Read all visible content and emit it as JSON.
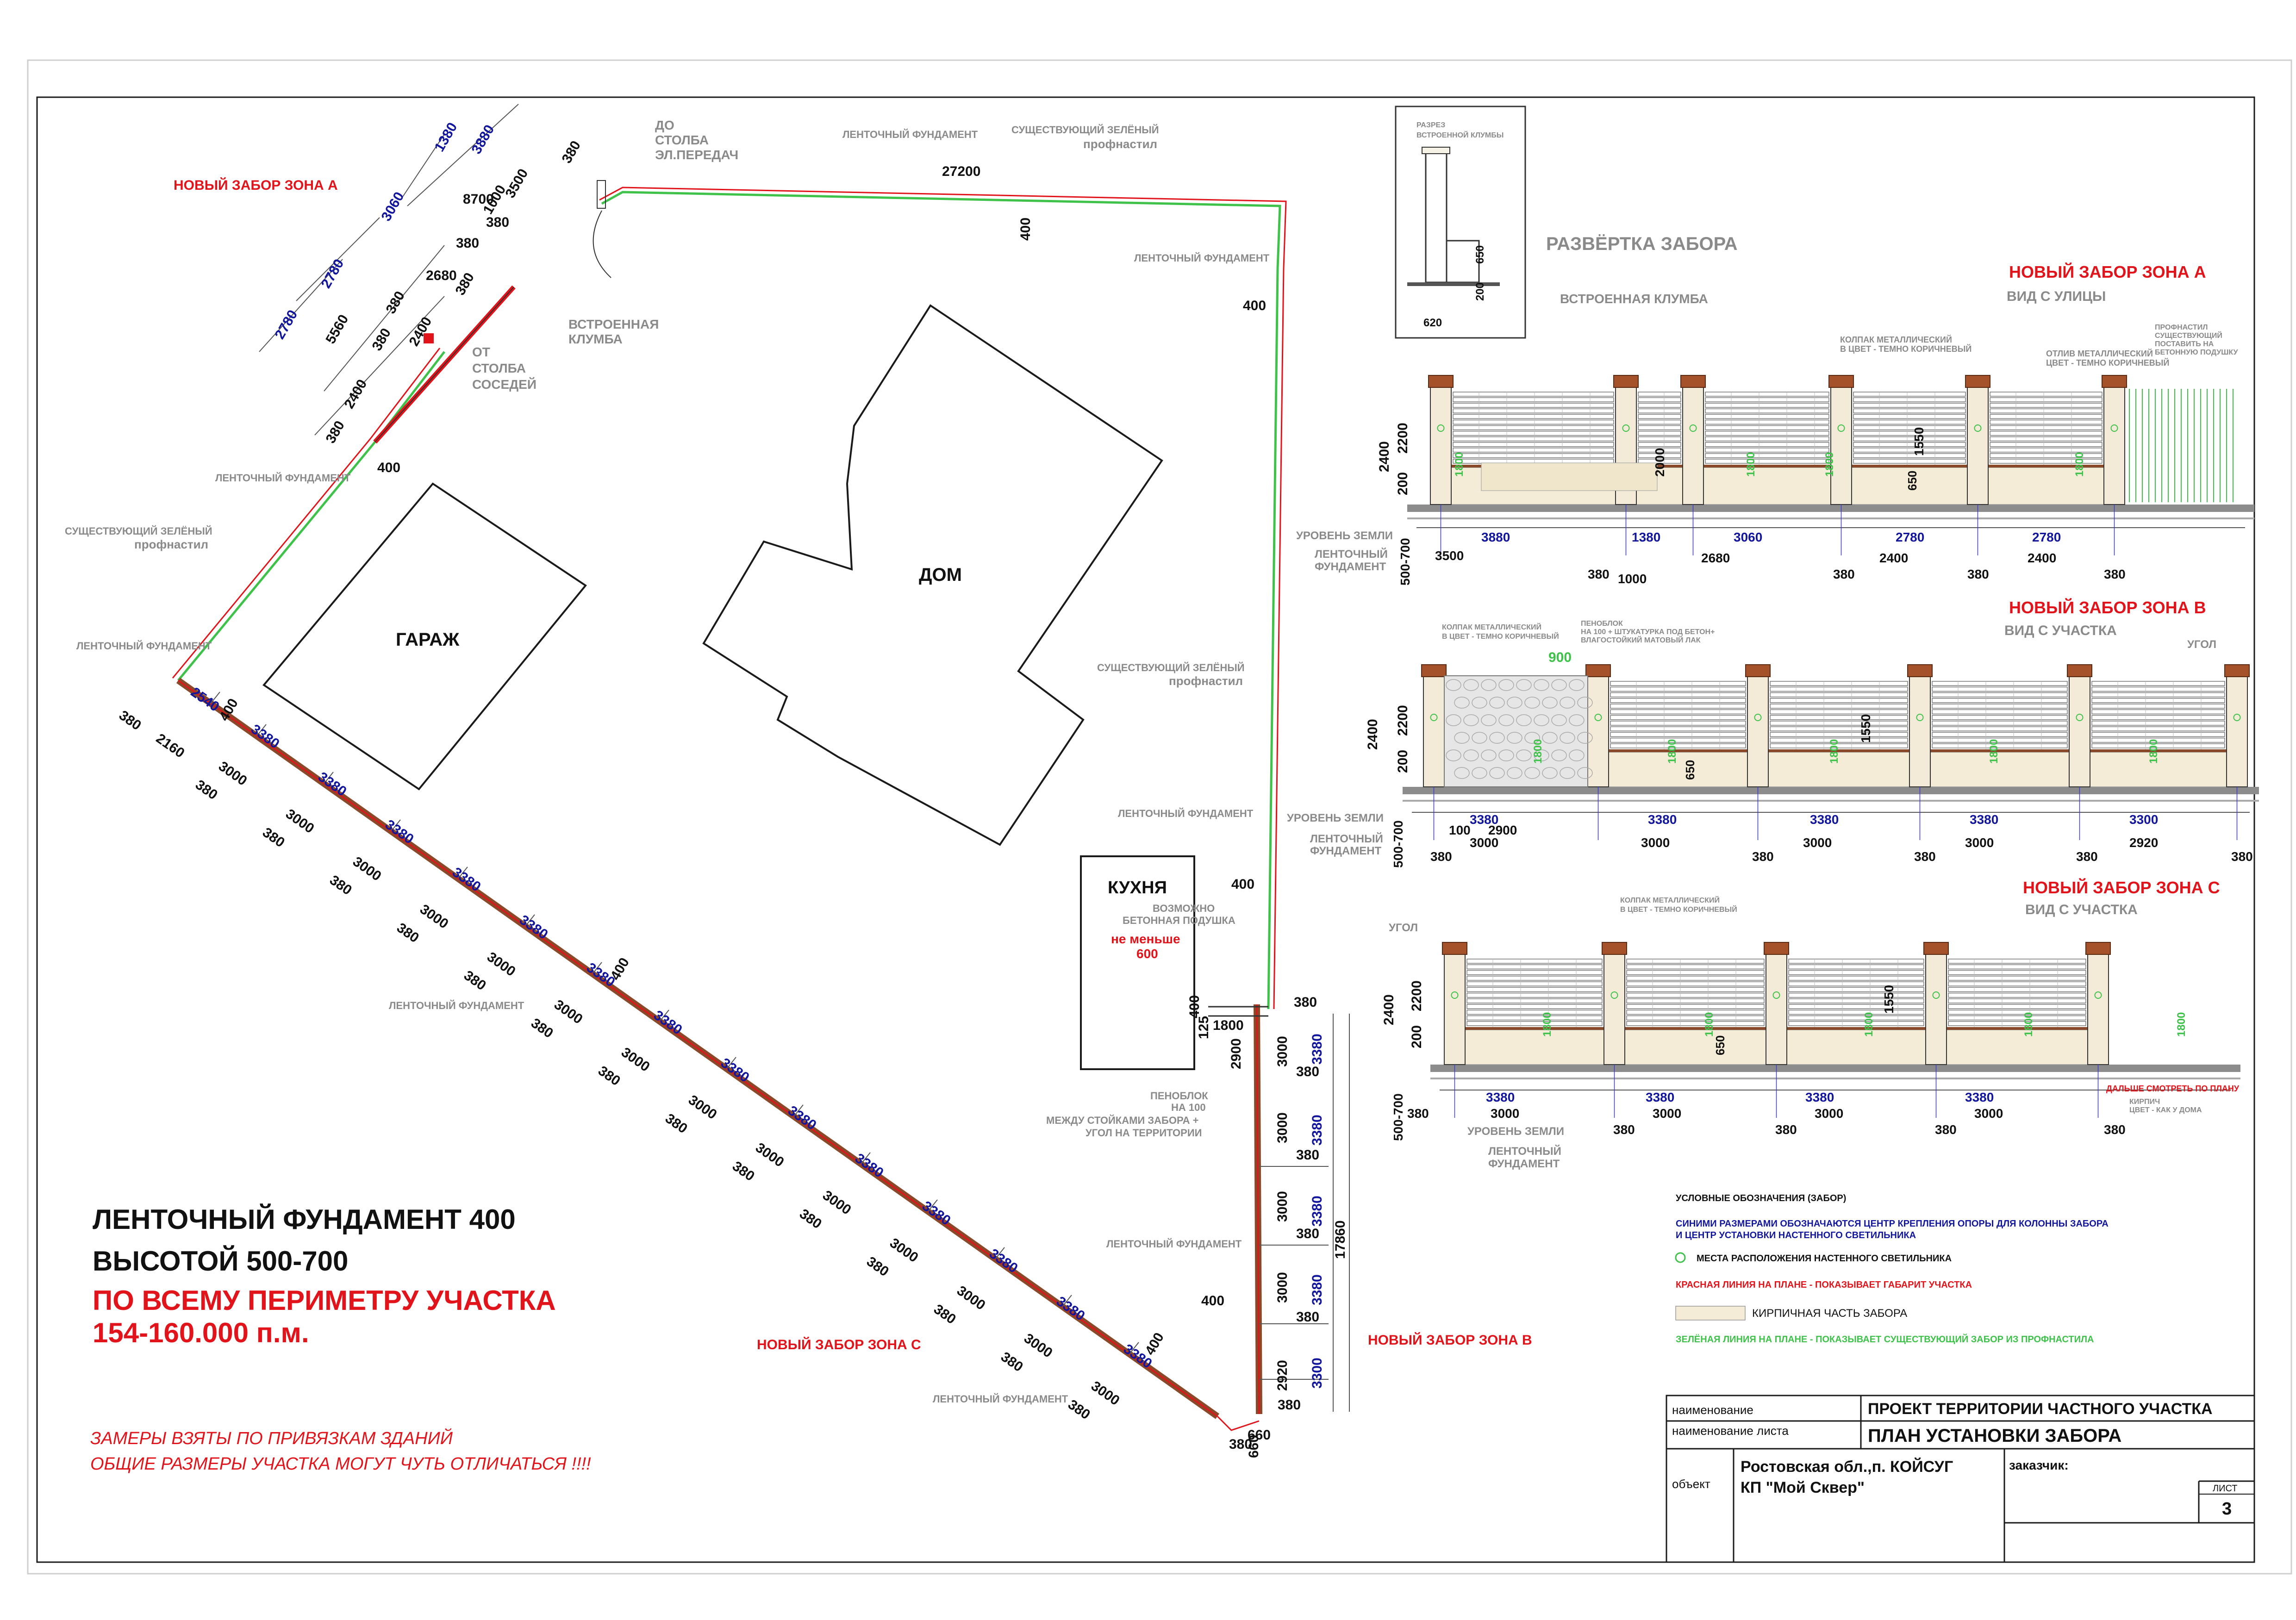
{
  "plan": {
    "buildings": {
      "house": "ДОМ",
      "garage": "ГАРАЖ",
      "kitchen": "КУХНЯ"
    },
    "labels": {
      "zone_a": "НОВЫЙ ЗАБОР ЗОНА А",
      "zone_b": "НОВЫЙ ЗАБОР ЗОНА В",
      "zone_c": "НОВЫЙ ЗАБОР ЗОНА С",
      "strip_foundation": "ЛЕНТОЧНЫЙ ФУНДАМЕНТ",
      "existing_green_line1": "СУЩЕСТВУЮЩИЙ ЗЕЛЁНЫЙ",
      "existing_green_line2": "профнастил",
      "to_pole_1": "ДО",
      "to_pole_2": "СТОЛБА",
      "to_pole_3": "ЭЛ.ПЕРЕДАЧ",
      "builtin_bed_1": "ВСТРОЕННАЯ",
      "builtin_bed_2": "КЛУМБА",
      "from_pole_1": "ОТ",
      "from_pole_2": "СТОЛБА",
      "from_pole_3": "СОСЕДЕЙ",
      "concrete_pad_1": "ВОЗМОЖНО",
      "concrete_pad_2": "БЕТОННАЯ ПОДУШКА",
      "min_1": "не меньше",
      "min_2": "600",
      "foam_1": "ПЕНОБЛОК",
      "foam_2": "НА 100",
      "foam_3": "МЕЖДУ СТОЙКАМИ ЗАБОРА +",
      "foam_4": "УГОЛ НА ТЕРРИТОРИИ"
    },
    "dims": {
      "top_side": "27200",
      "w400": "400",
      "w380": "380",
      "d1380": "1380",
      "d3880": "3880",
      "d3060": "3060",
      "d2780": "2780",
      "d8700": "8700",
      "d1000": "1000",
      "d3500": "3500",
      "d2680": "2680",
      "d5560": "5560",
      "d2400": "2400",
      "d2540": "2540",
      "d3380": "3380",
      "d2160": "2160",
      "d3000": "3000",
      "d1800": "1800",
      "d125": "125",
      "d2900": "2900",
      "d17860": "17860",
      "d2920": "2920",
      "d3300": "3300",
      "d660": "660"
    },
    "bottom_left": {
      "line1": "ЛЕНТОЧНЫЙ ФУНДАМЕНТ 400",
      "line2": "ВЫСОТОЙ 500-700",
      "line3": "ПО ВСЕМУ ПЕРИМЕТРУ УЧАСТКА",
      "line4": "154-160.000 п.м.",
      "note1": "ЗАМЕРЫ ВЗЯТЫ ПО ПРИВЯЗКАМ ЗДАНИЙ",
      "note2": "ОБЩИЕ РАЗМЕРЫ УЧАСТКА МОГУТ ЧУТЬ ОТЛИЧАТЬСЯ !!!!"
    }
  },
  "elevations": {
    "title": "РАЗВЁРТКА ЗАБОРА",
    "builtin_bed": "ВСТРОЕННАЯ КЛУМБА",
    "section_title_1": "РАЗРЕЗ",
    "section_title_2": "ВСТРОЕННОЙ КЛУМБЫ",
    "section_dims": {
      "d650": "650",
      "d200": "200",
      "d620": "620"
    },
    "zone_a": {
      "title": "НОВЫЙ ЗАБОР ЗОНА А",
      "subtitle": "ВИД С УЛИЦЫ",
      "note_cap_1": "КОЛПАК МЕТАЛЛИЧЕСКИЙ",
      "note_cap_2": "В ЦВЕТ - ТЕМНО КОРИЧНЕВЫЙ",
      "note_drip_1": "ОТЛИВ МЕТАЛЛИЧЕСКИЙ",
      "note_drip_2": "ЦВЕТ - ТЕМНО КОРИЧНЕВЫЙ",
      "note_prof_1": "ПРОФНАСТИЛ",
      "note_prof_2": "СУЩЕСТВУЮЩИЙ",
      "note_prof_3": "ПОСТАВИТЬ НА",
      "note_prof_4": "БЕТОННУЮ ПОДУШКУ",
      "h2400": "2400",
      "h2200": "2200",
      "h200": "200",
      "h1800": "1800",
      "h2000": "2000",
      "h1550": "1550",
      "h650": "650",
      "ground": "УРОВЕНЬ ЗЕМЛИ",
      "found_1": "ЛЕНТОЧНЫЙ",
      "found_2": "ФУНДАМЕНТ",
      "depth": "500-700",
      "blue": [
        "3880",
        "1380",
        "3060",
        "2780",
        "2780"
      ],
      "black": [
        "3500",
        "380",
        "1000",
        "2680",
        "380",
        "2400",
        "380",
        "2400",
        "380"
      ],
      "post_w": "380"
    },
    "zone_b": {
      "title": "НОВЫЙ ЗАБОР ЗОНА В",
      "subtitle": "ВИД С УЧАСТКА",
      "corner": "УГОЛ",
      "note_cap_1": "КОЛПАК МЕТАЛЛИЧЕСКИЙ",
      "note_cap_2": "В ЦВЕТ - ТЕМНО КОРИЧНЕВЫЙ",
      "note_foam_1": "ПЕНОБЛОК",
      "note_foam_2": "НА 100 + ШТУКАТУРКА ПОД БЕТОН+",
      "note_foam_3": "ВЛАГОСТОЙКИЙ МАТОВЫЙ ЛАК",
      "w900": "900",
      "h2400": "2400",
      "h2200": "2200",
      "h200": "200",
      "h1800": "1800",
      "h1550": "1550",
      "h650": "650",
      "ground": "УРОВЕНЬ ЗЕМЛИ",
      "found_1": "ЛЕНТОЧНЫЙ",
      "found_2": "ФУНДАМЕНТ",
      "depth": "500-700",
      "blue": [
        "3380",
        "3380",
        "3380",
        "3380",
        "3300"
      ],
      "black": [
        "100",
        "2900",
        "3000",
        "380",
        "3000",
        "380",
        "3000",
        "380",
        "3000",
        "380",
        "2920",
        "380"
      ]
    },
    "zone_c": {
      "title": "НОВЫЙ ЗАБОР ЗОНА С",
      "subtitle": "ВИД С УЧАСТКА",
      "corner": "УГОЛ",
      "note_cap_1": "КОЛПАК МЕТАЛЛИЧЕСКИЙ",
      "note_cap_2": "В ЦВЕТ - ТЕМНО КОРИЧНЕВЫЙ",
      "further_1": "ДАЛЬШЕ СМОТРЕТЬ ПО ПЛАНУ",
      "further_2": "КИРПИЧ",
      "further_3": "ЦВЕТ - КАК У ДОМА",
      "h2400": "2400",
      "h2200": "2200",
      "h200": "200",
      "h1800": "1800",
      "h1550": "1550",
      "h650": "650",
      "ground": "УРОВЕНЬ ЗЕМЛИ",
      "found_1": "ЛЕНТОЧНЫЙ",
      "found_2": "ФУНДАМЕНТ",
      "depth": "500-700",
      "blue": [
        "3380",
        "3380",
        "3380",
        "3380"
      ],
      "black": [
        "380",
        "3000",
        "380",
        "3000",
        "380",
        "3000",
        "380",
        "3000",
        "380"
      ]
    }
  },
  "legend": {
    "title": "УСЛОВНЫЕ ОБОЗНАЧЕНИЯ (ЗАБОР)",
    "blue_1": "СИНИМИ РАЗМЕРАМИ ОБОЗНАЧАЮТСЯ ЦЕНТР КРЕПЛЕНИЯ ОПОРЫ ДЛЯ КОЛОННЫ ЗАБОРА",
    "blue_2": "И ЦЕНТР УСТАНОВКИ НАСТЕННОГО СВЕТИЛЬНИКА",
    "lamp": "МЕСТА РАСПОЛОЖЕНИЯ НАСТЕННОГО СВЕТИЛЬНИКА",
    "red": "КРАСНАЯ ЛИНИЯ НА ПЛАНЕ - ПОКАЗЫВАЕТ ГАБАРИТ УЧАСТКА",
    "brick": "КИРПИЧНАЯ ЧАСТЬ ЗАБОРА",
    "green": "ЗЕЛЁНАЯ ЛИНИЯ НА ПЛАНЕ - ПОКАЗЫВАЕТ СУЩЕСТВУЮЩИЙ ЗАБОР ИЗ ПРОФНАСТИЛА"
  },
  "title_block": {
    "name_label": "наименование",
    "name_value": "ПРОЕКТ ТЕРРИТОРИИ ЧАСТНОГО УЧАСТКА",
    "sheet_name_label": "наименование листа",
    "sheet_name_value": "ПЛАН УСТАНОВКИ ЗАБОРА",
    "object_label": "объект",
    "object_value_1": "Ростовская обл.,п. КОЙСУГ",
    "object_value_2": "КП \"Мой Сквер\"",
    "customer_label": "заказчик:",
    "sheet_label": "ЛИСТ",
    "sheet_number": "3"
  },
  "colors": {
    "red": "#e0141a",
    "blue": "#12169c",
    "green": "#3ec24a",
    "gray": "#8a8a8a",
    "cap": "#a5522a"
  }
}
